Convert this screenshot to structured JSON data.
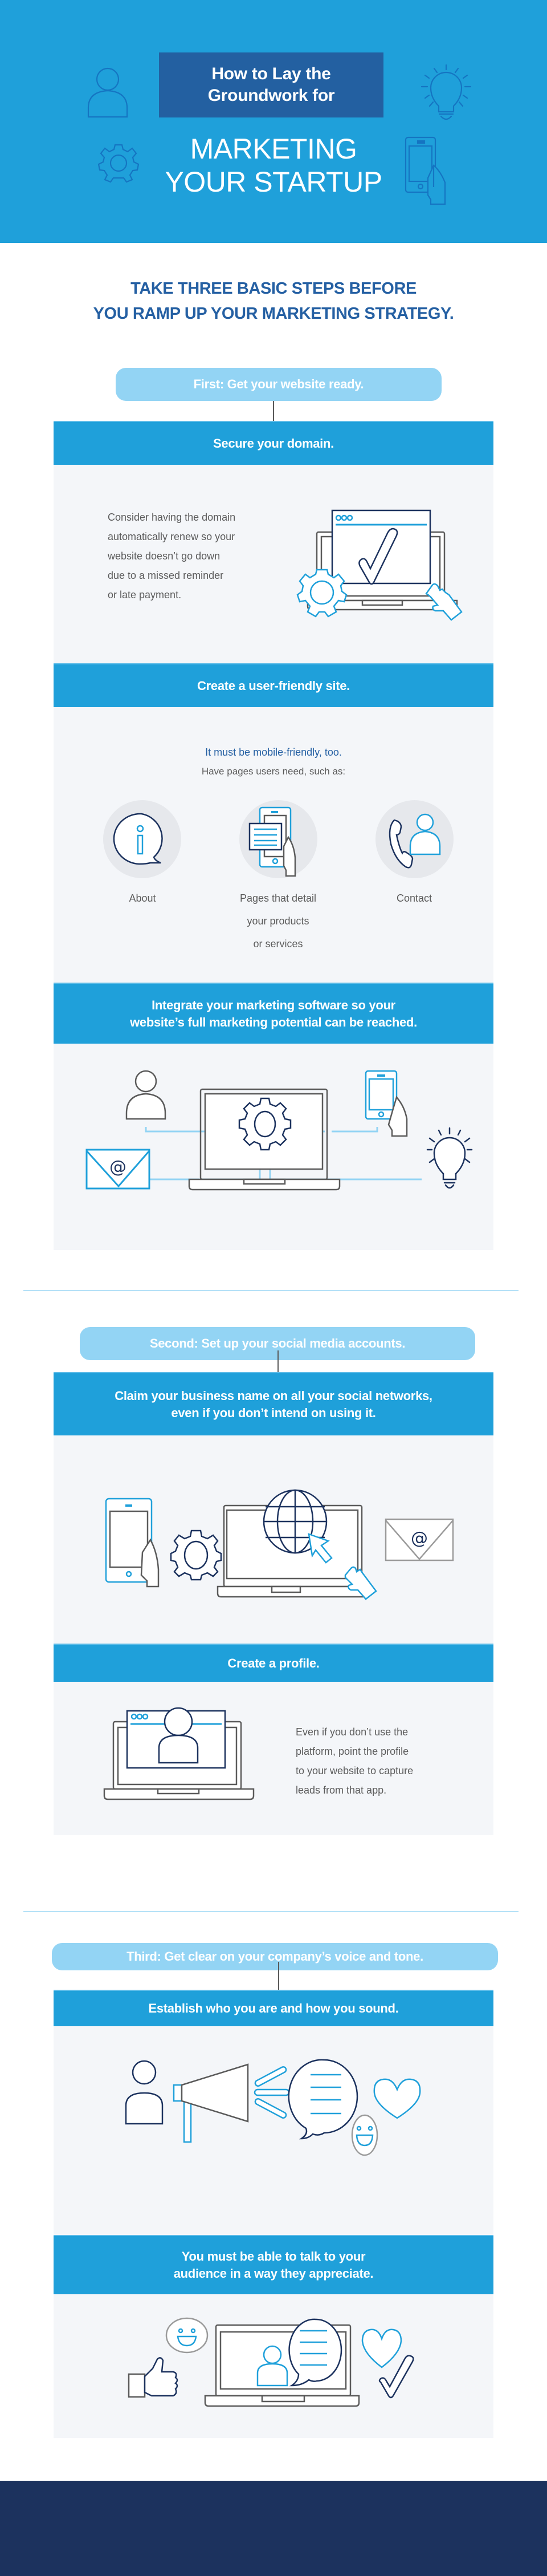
{
  "hero": {
    "kicker_line1": "How to Lay the",
    "kicker_line2": "Groundwork for",
    "title_line1": "MARKETING",
    "title_line2": "YOUR STARTUP",
    "icons": [
      "person-icon",
      "gear-icon",
      "lightbulb-icon",
      "phone-in-hand-icon"
    ],
    "bg_color": "#1FA0DA",
    "box_color": "#2360A1"
  },
  "headline": {
    "line1": "TAKE THREE BASIC STEPS BEFORE",
    "line2": "YOU RAMP UP YOUR MARKETING STRATEGY."
  },
  "steps": [
    {
      "pill": "First: Get your website ready.",
      "cards": [
        {
          "title": "Secure your domain.",
          "body_lines": [
            "Consider having the domain",
            "automatically renew so your",
            "website doesn’t go down",
            "due to a missed reminder",
            "or late payment."
          ],
          "illustration": "laptop-checkmark-gear-pointer"
        },
        {
          "title": "Create a user-friendly site.",
          "subtitle": "It must be mobile-friendly, too.",
          "intro": "Have pages users need, such as:",
          "pages": [
            {
              "icon": "info-bubble-icon",
              "label_lines": [
                "About"
              ]
            },
            {
              "icon": "mobile-pages-icon",
              "label_lines": [
                "Pages that detail",
                "your products",
                "or services"
              ]
            },
            {
              "icon": "phone-contact-icon",
              "label_lines": [
                "Contact"
              ]
            }
          ]
        },
        {
          "title_line1": "Integrate your marketing software so your",
          "title_line2": "website’s full marketing potential can be reached.",
          "illustration": "laptop-gear-connected-person-phone-email-lightbulb"
        }
      ]
    },
    {
      "pill": "Second: Set up your social media accounts.",
      "cards": [
        {
          "title_line1": "Claim your business name on all your social networks,",
          "title_line2": "even if you don’t intend on using it.",
          "illustration": "phone-gear-laptop-globe-email"
        },
        {
          "title": "Create a profile.",
          "body_lines": [
            "Even if you don’t use the",
            "platform, point the profile",
            "to your website to capture",
            "leads from that app."
          ],
          "illustration": "laptop-profile"
        }
      ]
    },
    {
      "pill": "Third: Get clear on your company’s voice and tone.",
      "cards": [
        {
          "title": "Establish who you are and how you sound.",
          "illustration": "person-megaphone-speech-heart-smiley"
        },
        {
          "title_line1": "You must be able to talk to your",
          "title_line2": "audience in a way they appreciate.",
          "illustration": "laptop-video-chat-smiley-thumbs-up-heart-check"
        }
      ]
    }
  ],
  "colors": {
    "accent": "#1FA0DA",
    "pill": "#93D4F4",
    "headline": "#2560A3",
    "card_bg": "#F4F6F9",
    "navy": "#1C325E",
    "footer": "#1C325E"
  }
}
